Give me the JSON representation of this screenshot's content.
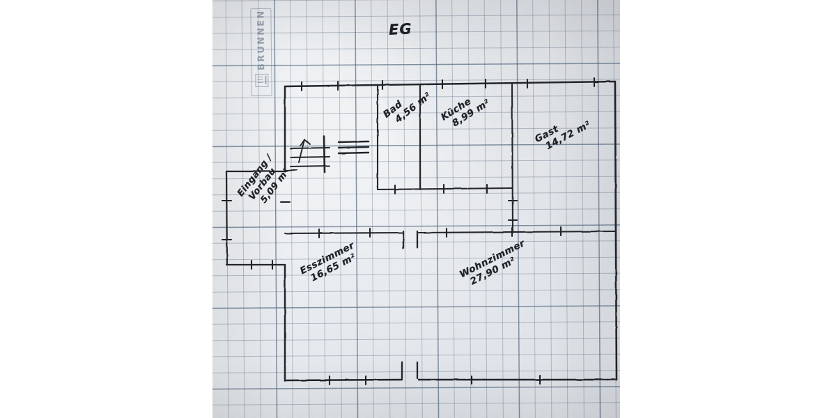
{
  "image": {
    "kind": "photograph-of-hand-drawn-floor-plan",
    "paper": "graph-paper",
    "brand_watermark": "BRUNNEN",
    "background_color": "#ffffff",
    "paper_color": "#e7eaee",
    "grid_color": "#60748c",
    "ink_color": "#1d2024"
  },
  "plan": {
    "title": "EG",
    "rooms": [
      {
        "id": "bad",
        "name": "Bad",
        "area": "4,56 m²",
        "label_rotation": -38
      },
      {
        "id": "kueche",
        "name": "Küche",
        "area": "8,99 m²",
        "label_rotation": -32
      },
      {
        "id": "gast",
        "name": "Gast",
        "area": "14,72 m²",
        "label_rotation": -28
      },
      {
        "id": "eingang",
        "name": "Eingang /",
        "area": "5,09 m²",
        "name2": "Vorbau",
        "label_rotation": -52
      },
      {
        "id": "esszimmer",
        "name": "Esszimmer",
        "area": "16,65 m²",
        "label_rotation": -27
      },
      {
        "id": "wohnzimmer",
        "name": "Wohnzimmer",
        "area": "27,90 m²",
        "label_rotation": -27
      }
    ],
    "features": [
      {
        "id": "staircase",
        "name": "staircase-up",
        "symbol": "arrow-up"
      },
      {
        "id": "door-middle",
        "name": "door-opening-middle-wall"
      },
      {
        "id": "door-bottom",
        "name": "door-opening-bottom-wall"
      }
    ]
  }
}
